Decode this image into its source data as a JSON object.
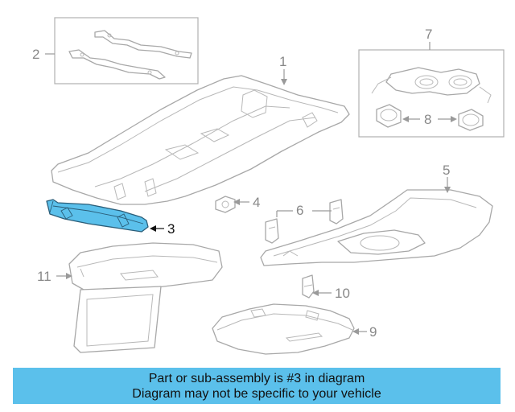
{
  "callouts": {
    "c1": "1",
    "c2": "2",
    "c3": "3",
    "c4": "4",
    "c5": "5",
    "c6": "6",
    "c7": "7",
    "c8": "8",
    "c9": "9",
    "c10": "10",
    "c11": "11"
  },
  "highlight_color": "#5bc0eb",
  "banner": {
    "line1": "Part or sub-assembly is #3 in diagram",
    "line2": "Diagram may not be specific to your vehicle"
  }
}
